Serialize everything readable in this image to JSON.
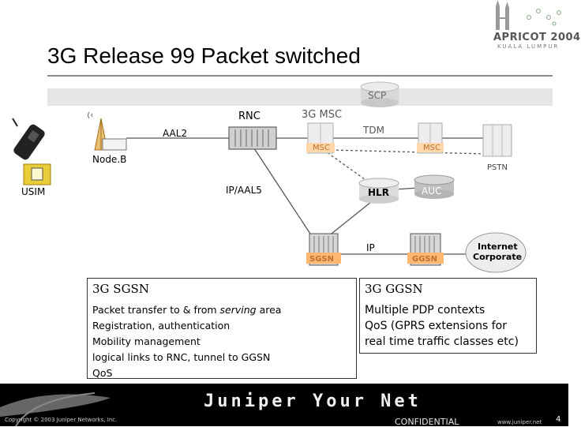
{
  "slide": {
    "title": "3G Release 99 Packet switched"
  },
  "logo": {
    "line1": "APRICOT 2004",
    "line2": "KUALA LUMPUR"
  },
  "diagram": {
    "scp": "SCP",
    "rnc": "RNC",
    "msc_top": "3G MSC",
    "tdm": "TDM",
    "msc1": "MSC",
    "msc2": "MSC",
    "aal2": "AAL2",
    "nodeb": "Node.B",
    "pstn": "PSTN",
    "usim": "USIM",
    "ip_aal5": "IP/AAL5",
    "hlr": "HLR",
    "auc": "AUC",
    "ip": "IP",
    "sgsn": "SGSN",
    "ggsn": "GGSN",
    "internet": "Internet",
    "corporate": "Corporate"
  },
  "sgsn_box": {
    "heading": "3G SGSN",
    "line1_prefix": "Packet transfer to & from ",
    "line1_italic": "serving",
    "line1_suffix": " area",
    "line2": "Registration, authentication",
    "line3": "Mobility management",
    "line4": "logical links to RNC, tunnel to GGSN",
    "line5": "QoS"
  },
  "ggsn_box": {
    "heading": "3G GGSN",
    "line1": "Multiple PDP contexts",
    "line2": "QoS (GPRS extensions for",
    "line3": "real time traffic classes etc)"
  },
  "footer": {
    "copyright": "Copyright © 2003 Juniper Networks, Inc.",
    "brand": "Juniper Your Net",
    "confidential": "CONFIDENTIAL",
    "url": "www.juniper.net",
    "page": "4"
  }
}
